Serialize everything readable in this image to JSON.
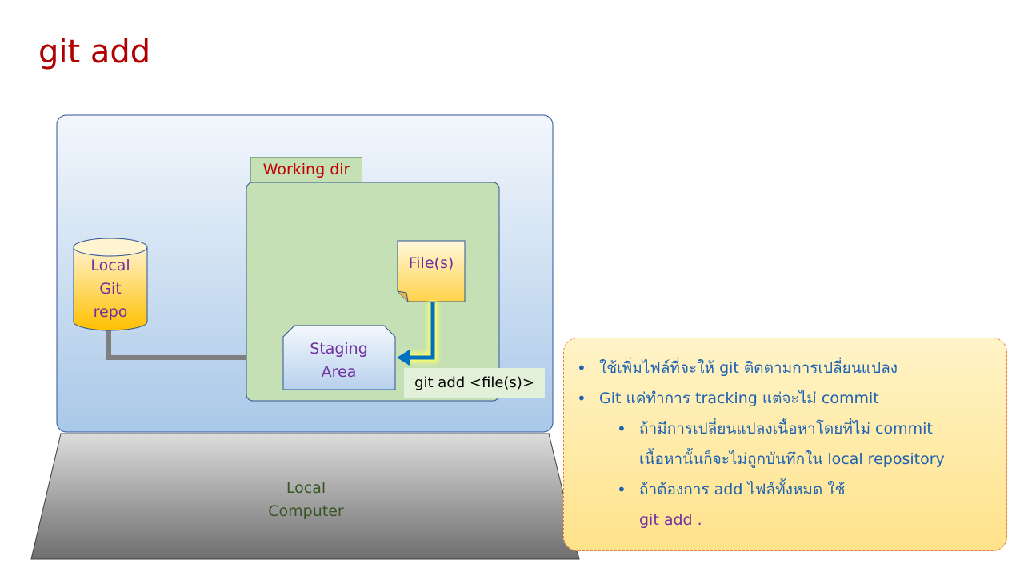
{
  "title": "git add",
  "diagram": {
    "local_git_repo": [
      "Local",
      "Git",
      "repo"
    ],
    "working_dir": "Working dir",
    "files": "File(s)",
    "staging_area": [
      "Staging",
      "Area"
    ],
    "command": "git add <file(s)>",
    "local_computer": [
      "Local",
      "Computer"
    ]
  },
  "notes": {
    "items": [
      {
        "text": "ใช้เพิ่มไฟล์ที่จะให้ git ติดตามการเปลี่ยนแปลง"
      },
      {
        "text": "Git แค่ทำการ tracking แต่จะไม่ commit"
      },
      {
        "text": "ถ้ามีการเปลี่ยนแปลงเนื้อหาโดยที่ไม่ commit"
      },
      {
        "text": "เนื้อหานั้นก็จะไม่ถูกบันทึกใน local repository"
      },
      {
        "text": "ถ้าต้องการ  add ไฟล์ทั้งหมด ใช้"
      },
      {
        "text": "git add ."
      }
    ]
  },
  "colors": {
    "title": "#b00000",
    "working_dir_fill": "#c5e0b4",
    "repo_fill": "#ffc000",
    "arrow": "#0070c0",
    "connector": "#7f7f7f",
    "label_purple": "#7030a0"
  }
}
